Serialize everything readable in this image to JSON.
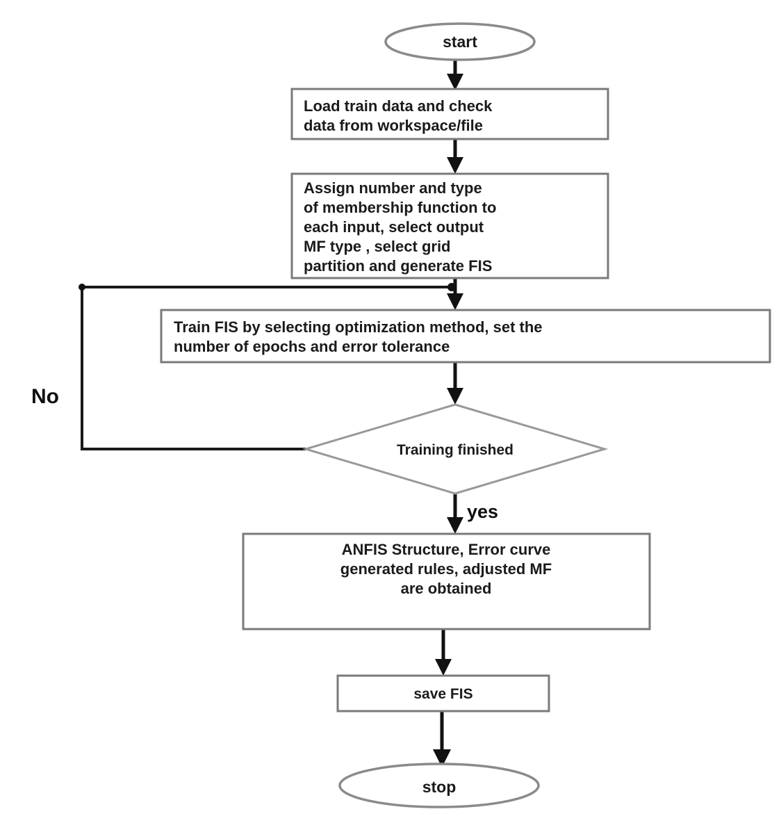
{
  "diagram": {
    "type": "flowchart",
    "title": "ANFIS training flowchart",
    "colors": {
      "background": "#ffffff",
      "node_fill": "#ffffff",
      "node_stroke": "#7a7a7a",
      "connector": "#111111",
      "text": "#1b1b1b"
    },
    "nodes": [
      {
        "id": "start",
        "shape": "ellipse",
        "label": "start",
        "lines": [
          "start"
        ]
      },
      {
        "id": "load-data",
        "shape": "rectangle",
        "label": "Load train data and check data from workspace/file",
        "lines": [
          "Load train data and check",
          "data from workspace/file"
        ]
      },
      {
        "id": "assign-mf",
        "shape": "rectangle",
        "label": "Assign number and type of membership function to each input, select output MF type , select grid partition and generate FIS",
        "lines": [
          "Assign number and type",
          "of membership function to",
          "each input, select output",
          "MF type , select grid",
          "partition and generate FIS"
        ]
      },
      {
        "id": "train-fis",
        "shape": "rectangle",
        "label": "Train FIS by selecting optimization method, set the number of epochs and error tolerance",
        "lines": [
          "Train FIS by selecting optimization method, set the",
          "number of epochs and error tolerance"
        ]
      },
      {
        "id": "training-finished",
        "shape": "diamond",
        "label": "Training finished",
        "lines": [
          "Training finished"
        ]
      },
      {
        "id": "anfis-results",
        "shape": "rectangle",
        "label": "ANFIS Structure, Error curve generated rules, adjusted MF are obtained",
        "lines": [
          "ANFIS Structure, Error curve",
          "generated rules, adjusted MF",
          "are obtained"
        ]
      },
      {
        "id": "save-fis",
        "shape": "rectangle",
        "label": "save FIS",
        "lines": [
          "save FIS"
        ]
      },
      {
        "id": "stop",
        "shape": "ellipse",
        "label": "stop",
        "lines": [
          "stop"
        ]
      }
    ],
    "edges": [
      {
        "id": "e1",
        "from": "start",
        "to": "load-data",
        "label": ""
      },
      {
        "id": "e2",
        "from": "load-data",
        "to": "assign-mf",
        "label": ""
      },
      {
        "id": "e3",
        "from": "assign-mf",
        "to": "train-fis",
        "label": ""
      },
      {
        "id": "e4",
        "from": "train-fis",
        "to": "training-finished",
        "label": ""
      },
      {
        "id": "e5",
        "from": "training-finished",
        "to": "anfis-results",
        "label": "yes"
      },
      {
        "id": "e6",
        "from": "training-finished",
        "to": "train-fis",
        "label": "No"
      },
      {
        "id": "e7",
        "from": "anfis-results",
        "to": "save-fis",
        "label": ""
      },
      {
        "id": "e8",
        "from": "save-fis",
        "to": "stop",
        "label": ""
      }
    ],
    "edge_labels": {
      "no": "No",
      "yes": "yes"
    }
  }
}
